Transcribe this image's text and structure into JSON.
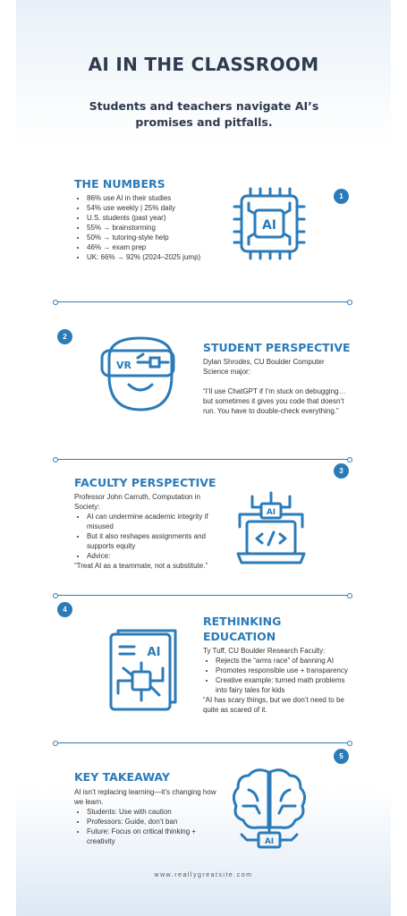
{
  "title": "AI IN THE CLASSROOM",
  "subtitle": "Students and teachers navigate AI’s promises and pitfalls.",
  "sections": [
    {
      "number": "1",
      "heading": "THE NUMBERS",
      "bullets": [
        "86% use AI in their studies",
        "54% use weekly | 25% daily",
        "U.S. students (past year)",
        "55% → brainstorming",
        "50% → tutoring-style help",
        "46% → exam prep",
        "UK: 66% → 92% (2024–2025 jump)"
      ]
    },
    {
      "number": "2",
      "heading": "STUDENT PERSPECTIVE",
      "intro": "Dylan Shrodes, CU Boulder Computer Science major:",
      "quote": "“I’ll use ChatGPT if I’m stuck on debugging… but sometimes it gives you code that doesn’t run. You have to double-check everything.”"
    },
    {
      "number": "3",
      "heading": "FACULTY PERSPECTIVE",
      "intro": "Professor John Carruth, Computation in Society:",
      "bullets": [
        "AI can undermine academic integrity if misused",
        "But it also reshapes assignments and supports equity",
        "Advice:"
      ],
      "quote": "“Treat AI as a teammate, not a substitute.”"
    },
    {
      "number": "4",
      "heading": "RETHINKING EDUCATION",
      "intro": "Ty Tuff, CU Boulder Research Faculty:",
      "bullets": [
        "Rejects the “arms race” of banning AI",
        "Promotes responsible use + transparency",
        "Creative example: turned math problems into fairy tales for kids"
      ],
      "quote": "“AI has scary things, but we don’t need to be quite as scared of it."
    },
    {
      "number": "5",
      "heading": "KEY TAKEAWAY",
      "intro": "AI isn’t replacing learning—it’s changing how we learn.",
      "bullets": [
        "Students: Use with caution",
        "Professors: Guide, don’t ban",
        "Future: Focus on critical thinking + creativity"
      ]
    }
  ],
  "footer": "www.reallygreatsite.com",
  "colors": {
    "accent": "#2b7bb9",
    "title": "#2e3a4f"
  },
  "icons": [
    "ai-chip-icon",
    "vr-headset-icon",
    "ai-laptop-code-icon",
    "ai-document-icon",
    "ai-brain-icon"
  ]
}
